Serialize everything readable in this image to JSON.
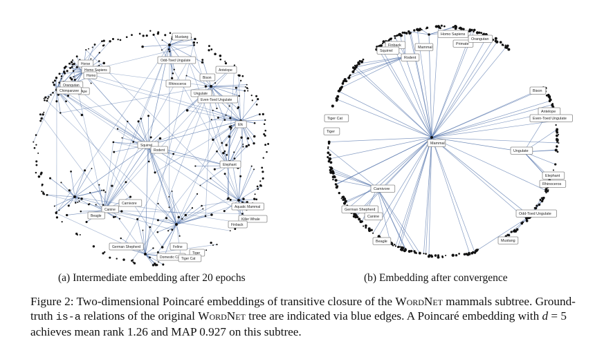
{
  "figure": {
    "panel_a": {
      "caption": "(a) Intermediate embedding after 20 epochs",
      "labels": [
        "Mustang",
        "Odd-Toed Ungulate",
        "Horse",
        "Homo Sapiens",
        "Homo",
        "Orangutan",
        "Ape",
        "Chimpanzee",
        "Rhinoceros",
        "Bison",
        "Antelope",
        "Ungulate",
        "Even-Toed Ungulate",
        "Elk",
        "Squirrel",
        "Rodent",
        "Elephant",
        "Aquatic Mammal",
        "Killer Whale",
        "Finback",
        "Carnivore",
        "Canine",
        "Beagle",
        "German Shepherd",
        "Feline",
        "Tiger",
        "Domestic Cat",
        "Tiger Cat"
      ]
    },
    "panel_b": {
      "caption": "(b) Embedding after convergence",
      "labels": [
        "Homo Sapiens",
        "Primate",
        "Orangutan",
        "Finback",
        "Mammal",
        "Squirrel",
        "Rodent",
        "Bison",
        "Antelope",
        "Even-Toed Ungulate",
        "Tiger Cat",
        "Tiger",
        "Mammal",
        "Ungulate",
        "Elephant",
        "Rhinoceros",
        "Carnivore",
        "German Shepherd",
        "Canine",
        "Beagle",
        "Odd-Toed Ungulate",
        "Mustang"
      ]
    },
    "caption": {
      "p1": "Figure 2: Two-dimensional Poincaré embeddings of transitive closure of the ",
      "sc1": "WordNet",
      "p2": " mammals subtree. Ground-truth ",
      "code": "is-a",
      "p3": " relations of the original ",
      "sc2": "WordNet",
      "p4": " tree are indicated via blue edges. A Poincaré embedding with ",
      "var": "d",
      "p5": " = 5 achieves mean rank 1.26 and MAP 0.927 on this subtree."
    },
    "colors": {
      "edge": "#4e6fa8",
      "node": "#111111",
      "box_border": "#888888"
    }
  }
}
